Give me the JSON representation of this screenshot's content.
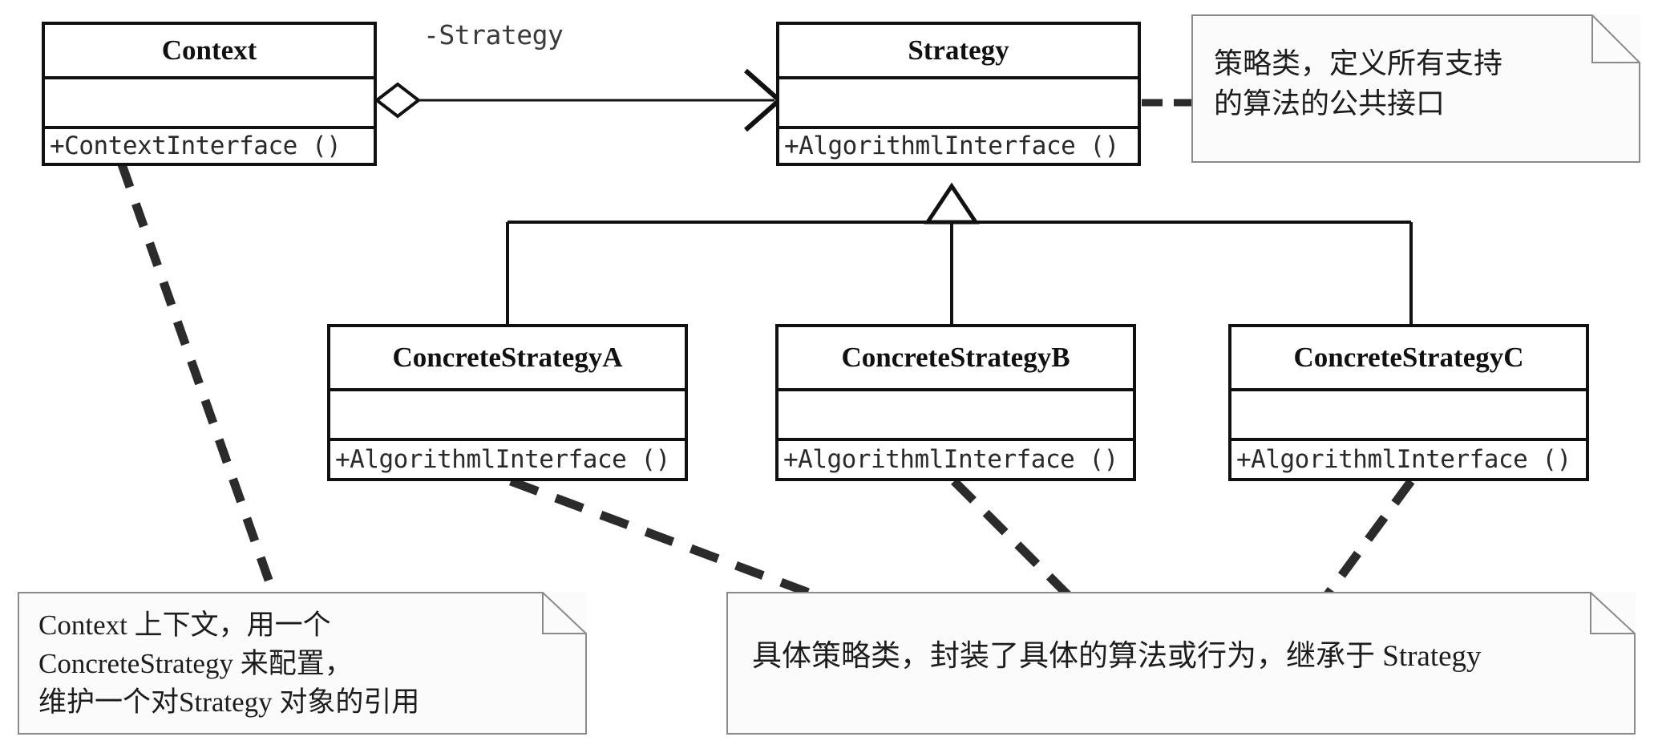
{
  "diagram": {
    "title": "Strategy Pattern UML Class Diagram",
    "stroke_color": "#111111",
    "note_fill": "#fbfbfb",
    "note_border": "#8a8a8a",
    "dashed_dark": "#2b2b2b",
    "dashed_light": "#b9b9b9"
  },
  "classes": {
    "context": {
      "name": "Context",
      "attributes": "",
      "operations": "+ContextInterface ()"
    },
    "strategy": {
      "name": "Strategy",
      "attributes": "",
      "operations": "+AlgorithmlInterface ()"
    },
    "concrete_a": {
      "name": "ConcreteStrategyA",
      "attributes": "",
      "operations": "+AlgorithmlInterface ()"
    },
    "concrete_b": {
      "name": "ConcreteStrategyB",
      "attributes": "",
      "operations": "+AlgorithmlInterface ()"
    },
    "concrete_c": {
      "name": "ConcreteStrategyC",
      "attributes": "",
      "operations": "+AlgorithmlInterface ()"
    }
  },
  "edges": {
    "association_label": "-Strategy"
  },
  "notes": {
    "strategy_note": {
      "text": "策略类，定义所有支持\n的算法的公共接口"
    },
    "context_note": {
      "text": "Context 上下文，用一个\nConcreteStrategy 来配置，\n维护一个对Strategy 对象的引用"
    },
    "concrete_note": {
      "text": "具体策略类，封装了具体的算法或行为，继承于 Strategy"
    }
  }
}
